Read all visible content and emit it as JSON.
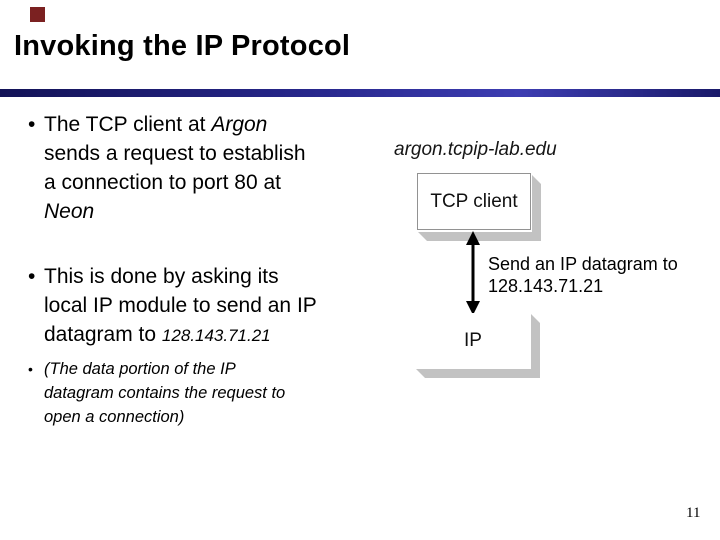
{
  "slide": {
    "title": "Invoking the IP Protocol",
    "accent_color": "#7b2121",
    "divider_gradient": "linear-gradient(90deg, #131357 0%, #28288e 45%, #3d3db2 72%, #1a1a6a 100%)",
    "bullet1": {
      "marker": "•",
      "line1_normal": "The TCP client at ",
      "line1_italic": "Argon",
      "line2": "sends a request to establish",
      "line3": "a connection to port 80 at",
      "line4_italic": "Neon"
    },
    "bullet2": {
      "marker": "•",
      "line1": "This is done by asking its",
      "line2": "local IP module to send an IP",
      "line3_normal": "datagram to ",
      "line3_italic": "128.143.71.21"
    },
    "bullet3": {
      "marker": "•",
      "line1": "(The data portion of the IP",
      "line2": "datagram contains the request to",
      "line3": "open a connection)"
    },
    "diagram": {
      "host_label": "argon.tcpip-lab.edu",
      "tcp_box_label": "TCP client",
      "arrow_label_line1": "Send an IP datagram to",
      "arrow_label_line2": "128.143.71.21",
      "ip_box_label": "IP"
    },
    "page_number": "11"
  }
}
